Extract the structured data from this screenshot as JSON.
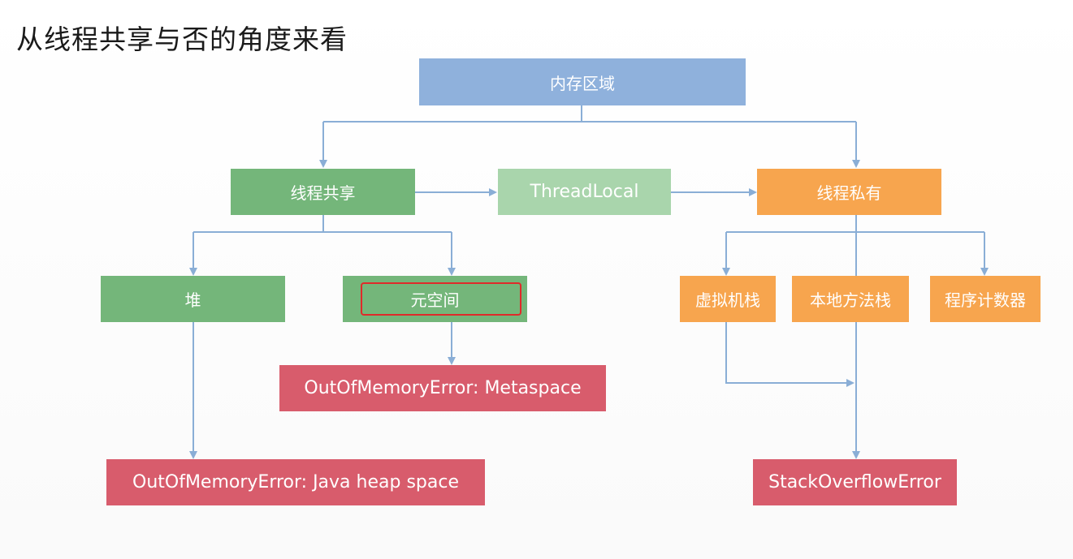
{
  "title": "从线程共享与否的角度来看",
  "colors": {
    "root": "#8fb1dc",
    "shared": "#74b67a",
    "threadlocal": "#a9d5ac",
    "private": "#f7a54e",
    "error": "#d85c6c",
    "connector": "#8aaed6",
    "highlight": "#e02a2a"
  },
  "nodes": {
    "root": "内存区域",
    "shared": "线程共享",
    "threadlocal": "ThreadLocal",
    "private": "线程私有",
    "heap": "堆",
    "metaspace": "元空间",
    "vm_stack": "虚拟机栈",
    "native_stack": "本地方法栈",
    "pc_register": "程序计数器",
    "oom_metaspace": "OutOfMemoryError: Metaspace",
    "oom_heap": "OutOfMemoryError: Java heap space",
    "stack_overflow": "StackOverflowError"
  }
}
